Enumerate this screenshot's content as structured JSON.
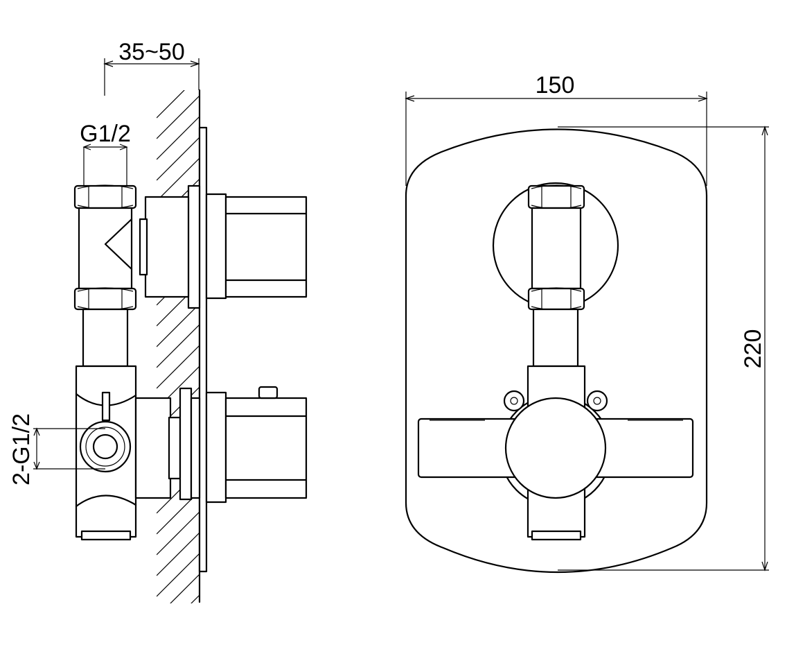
{
  "dimensions": {
    "wall_depth": "35~50",
    "inlet_thread": "G1/2",
    "outlet_thread": "2-G1/2",
    "plate_width": "150",
    "plate_height": "220"
  }
}
